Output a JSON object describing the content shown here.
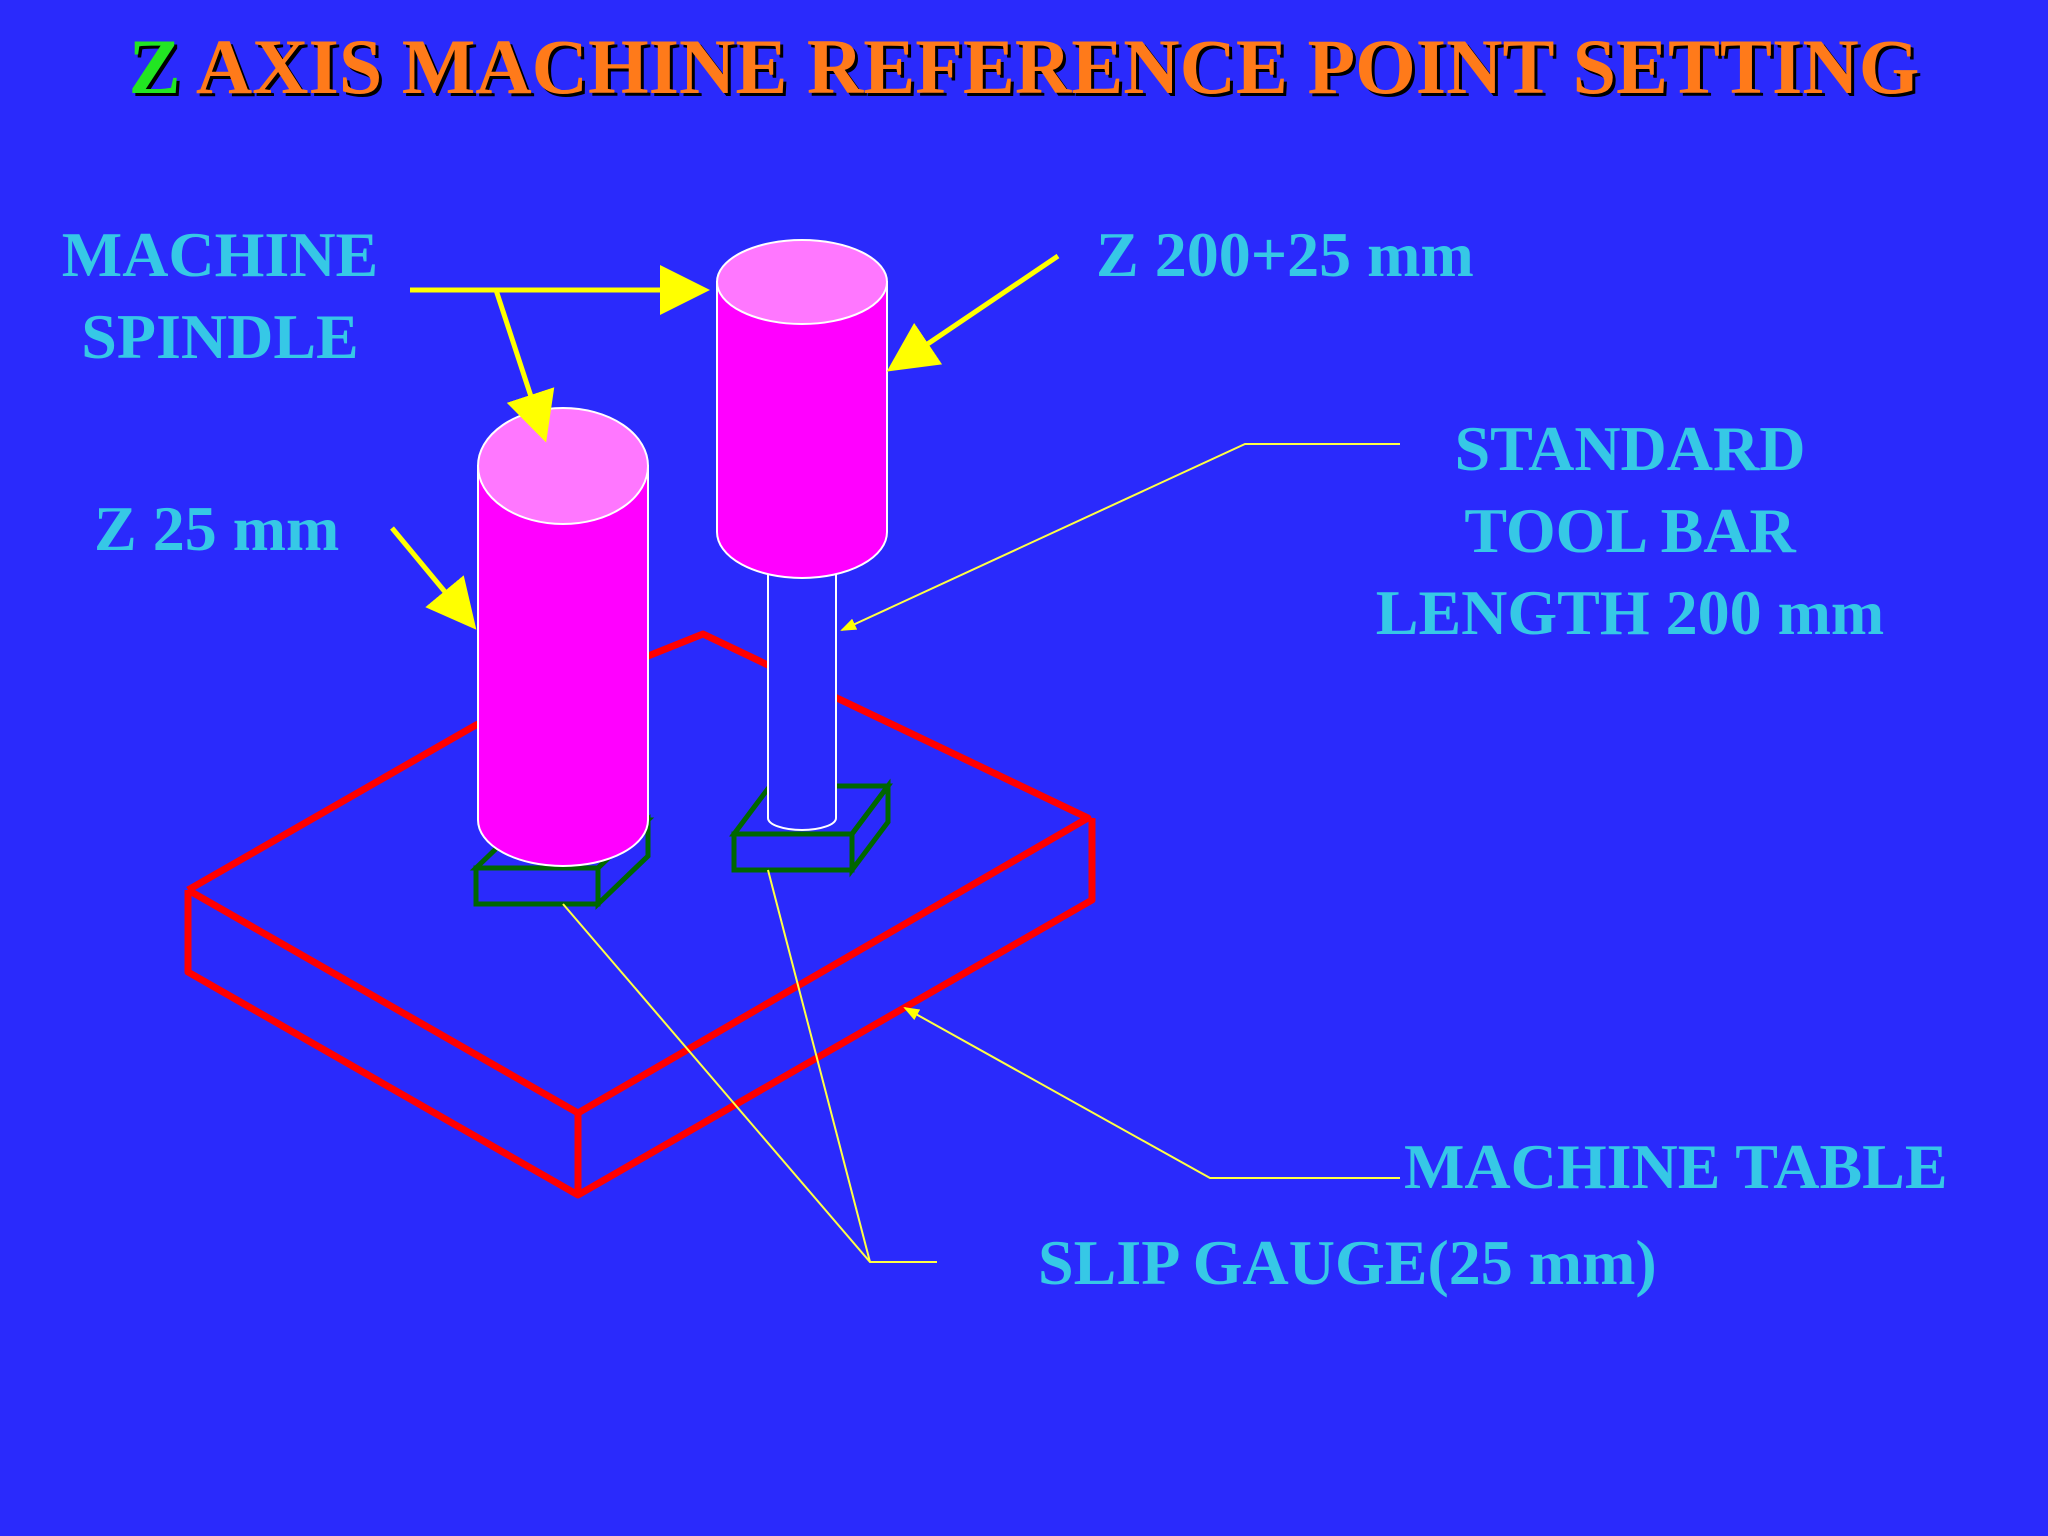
{
  "title": {
    "z": "Z",
    "rest": " AXIS MACHINE REFERENCE POINT SETTING"
  },
  "labels": {
    "machine_spindle": [
      "MACHINE",
      "SPINDLE"
    ],
    "z_200_25": "Z  200+25 mm",
    "z_25": "Z 25 mm",
    "standard_tool_bar": [
      "STANDARD",
      "TOOL BAR",
      "LENGTH 200 mm"
    ],
    "machine_table": "MACHINE TABLE",
    "slip_gauge": "SLIP GAUGE(25 mm)"
  },
  "colors": {
    "background": "#2a2afc",
    "title": "#ff7a1a",
    "title_z": "#22e622",
    "label_text": "#36c8e6",
    "spindle_body": "#ff00ff",
    "spindle_top": "#ff77ff",
    "table_edge": "#ff0000",
    "slip_gauge": "#006600",
    "arrow_yellow": "#ffff00",
    "leader_yellow": "#ffff44"
  }
}
